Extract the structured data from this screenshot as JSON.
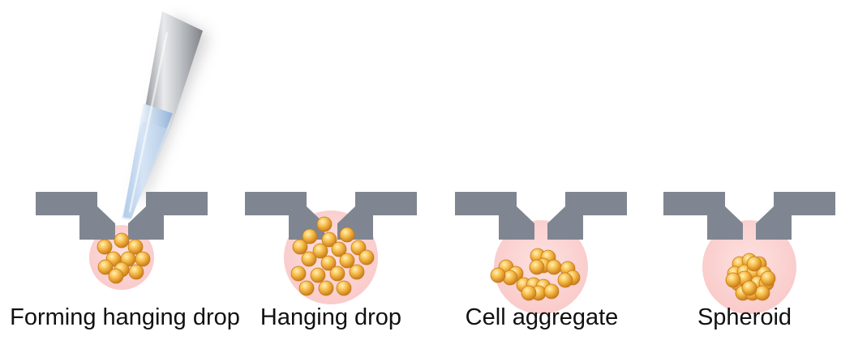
{
  "panels": [
    {
      "id": "forming",
      "caption": "Forming hanging drop"
    },
    {
      "id": "hanging",
      "caption": "Hanging drop"
    },
    {
      "id": "aggregate",
      "caption": "Cell aggregate"
    },
    {
      "id": "spheroid",
      "caption": "Spheroid"
    }
  ],
  "colors": {
    "plate": "#7f8691",
    "drop": "#fbd3d2",
    "cell_light": "#ffe08a",
    "cell_mid": "#f3a83a",
    "cell_dark": "#c87a1a",
    "pipette_body": "#b9bcc1",
    "pipette_liquid": "#b8d3f0"
  }
}
